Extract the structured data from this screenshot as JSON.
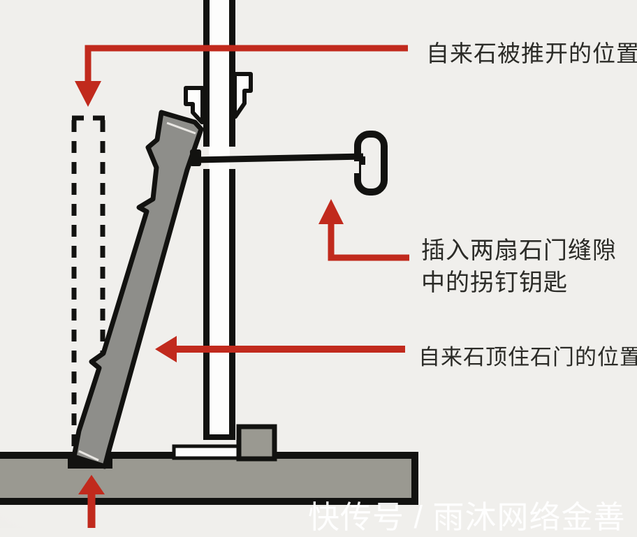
{
  "diagram": {
    "labels": {
      "pushed_open_position": "自来石被推开的位置",
      "key_inserted_line1": "插入两扇石门缝隙",
      "key_inserted_line2": "中的拐钉钥匙",
      "propping_position": "自来石顶住石门的位置"
    },
    "watermark": "快传号 / 雨沐网络金善",
    "colors": {
      "background": "#f0efec",
      "outline_black": "#121210",
      "stone_gray": "#8e8e8a",
      "floor_gray": "#9a9991",
      "door_white": "#fdfdfc",
      "arrow_red": "#c12a1d"
    }
  }
}
